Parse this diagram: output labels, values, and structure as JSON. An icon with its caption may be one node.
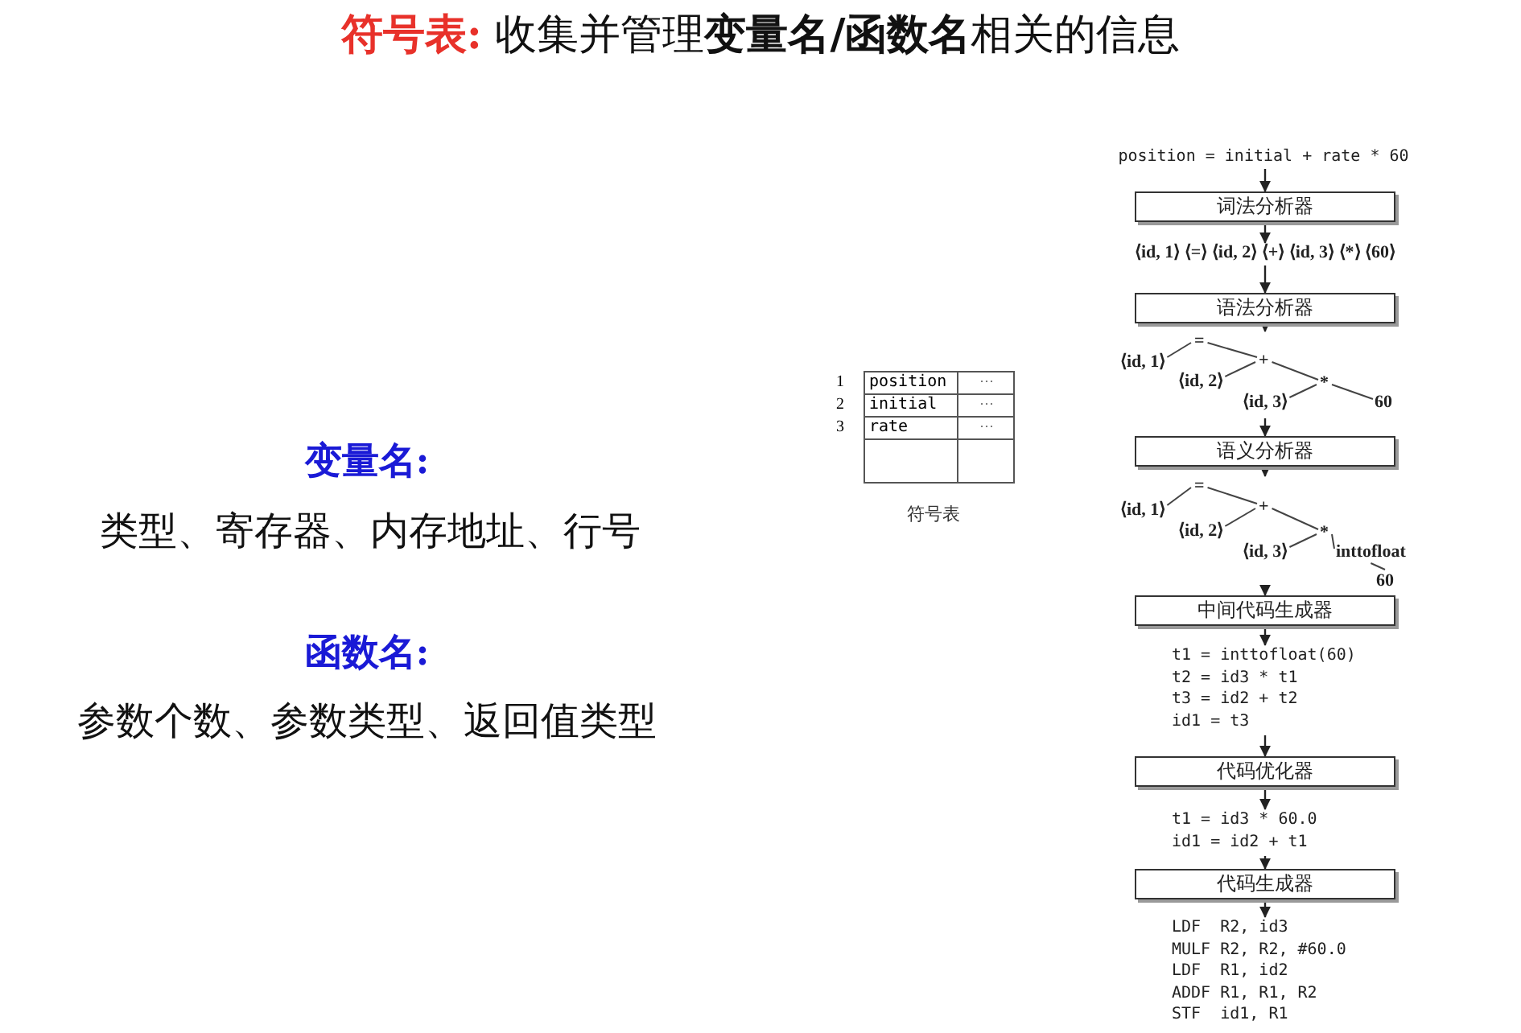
{
  "diagram": {
    "title": "**符号表:** 收集并管理**变量名/函数名**相关的信息",
    "nodes": [
      {
        "text": [
          "position = initial + rate * 60"
        ]
      },
      {
        "text": [
          "词法分析器"
        ]
      },
      {
        "text": [
          "⟨id, 1⟩ ⟨=⟩ ⟨id, 2⟩ ⟨+⟩ ⟨id, 3⟩ ⟨*⟩ ⟨60⟩"
        ]
      },
      {
        "text": [
          "语法分析器"
        ]
      },
      {
        "text": [
          "=",
          "⟨id, 1⟩",
          "+",
          "⟨id, 2⟩",
          "*",
          "⟨id, 3⟩",
          "60"
        ]
      },
      {
        "text": [
          "语义分析器"
        ]
      },
      {
        "text": [
          "=",
          "⟨id, 1⟩",
          "+",
          "⟨id, 2⟩",
          "*",
          "⟨id, 3⟩",
          "inttofloat",
          "60"
        ]
      },
      {
        "text": [
          "中间代码生成器"
        ]
      },
      {
        "text": [
          "t1 = inttofloat(60)",
          "t2 = id3 * t1",
          "t3 = id2 + t2",
          "id1 = t3"
        ]
      },
      {
        "text": [
          "代码优化器"
        ]
      },
      {
        "text": [
          "t1 = id3 * 60.0",
          "id1 = id2 + t1"
        ]
      },
      {
        "text": [
          "代码生成器"
        ]
      },
      {
        "text": [
          "LDF  R2, id3",
          "MULF R2, R2, #60.0",
          "LDF  R1, id2",
          "ADDF R1, R1, R2",
          "STF  id1, R1"
        ]
      }
    ],
    "edges": [
      {
        "from": 0,
        "to": 1,
        "arrow": "to"
      },
      {
        "from": 1,
        "to": 2,
        "arrow": "to"
      },
      {
        "from": 2,
        "to": 3,
        "arrow": "to"
      },
      {
        "from": 3,
        "to": 4,
        "arrow": "to"
      },
      {
        "from": 4,
        "to": 5,
        "arrow": "to"
      },
      {
        "from": 5,
        "to": 6,
        "arrow": "to"
      },
      {
        "from": 6,
        "to": 7,
        "arrow": "to"
      },
      {
        "from": 7,
        "to": 8,
        "arrow": "to"
      },
      {
        "from": 8,
        "to": 9,
        "arrow": "to"
      },
      {
        "from": 9,
        "to": 10,
        "arrow": "to"
      },
      {
        "from": 10,
        "to": 11,
        "arrow": "to"
      },
      {
        "from": 11,
        "to": 12,
        "arrow": "to"
      }
    ],
    "labels": [
      "变量名:",
      "类型、寄存器、内存地址、行号",
      "函数名:",
      "参数个数、参数类型、返回值类型",
      "1",
      "position",
      "···",
      "2",
      "initial",
      "···",
      "3",
      "rate",
      "···",
      "符号表"
    ]
  }
}
